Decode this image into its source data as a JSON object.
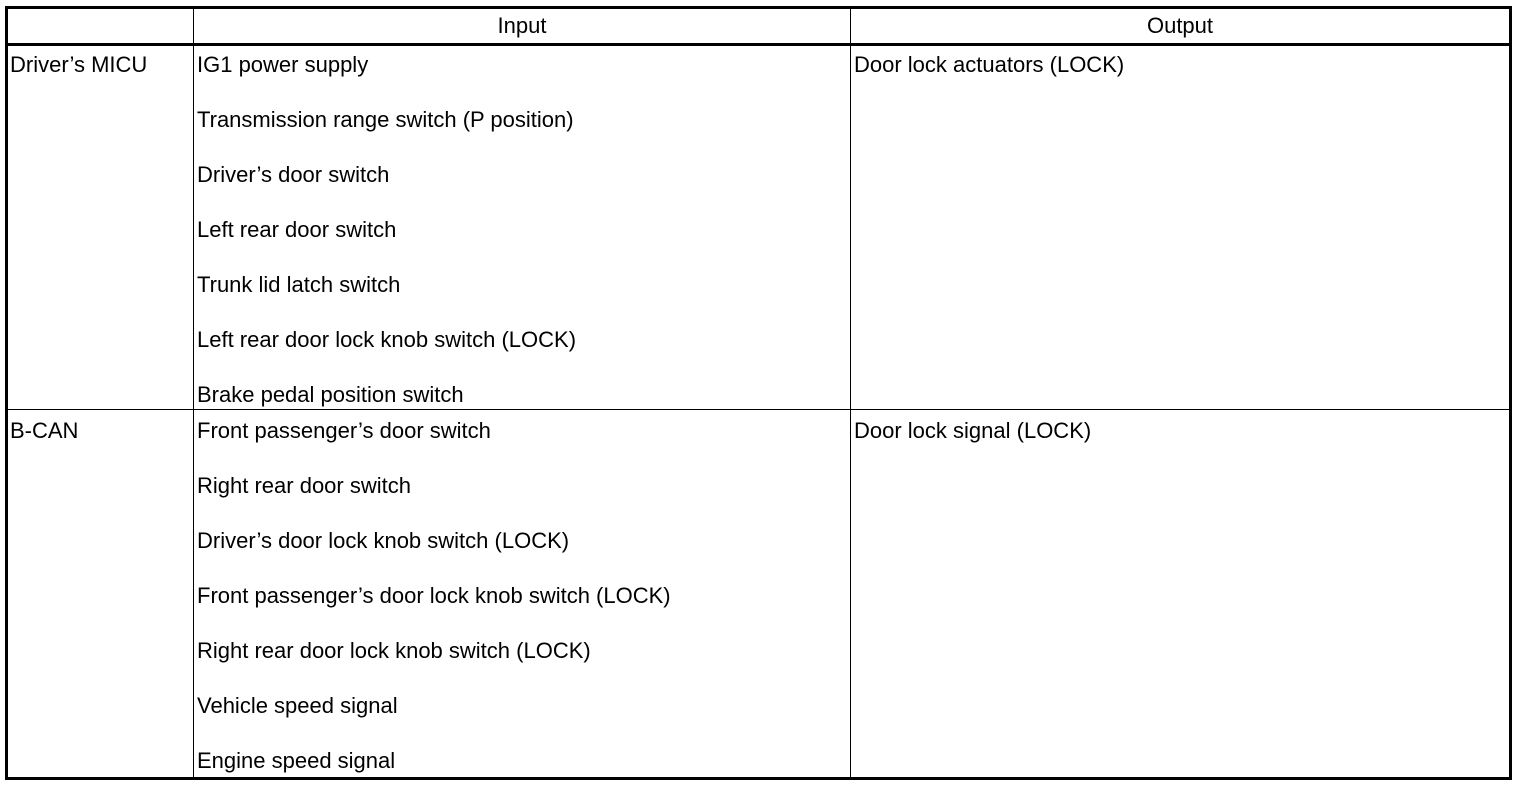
{
  "table": {
    "headers": {
      "corner": "",
      "input": "Input",
      "output": "Output"
    },
    "rows": [
      {
        "source": "Driver’s MICU",
        "inputs": [
          "IG1 power supply",
          "Transmission range switch (P position)",
          "Driver’s door switch",
          "Left rear door switch",
          "Trunk lid latch switch",
          "Left rear door lock knob switch (LOCK)",
          "Brake pedal position switch"
        ],
        "output": "Door lock actuators (LOCK)"
      },
      {
        "source": "B-CAN",
        "inputs": [
          "Front passenger’s door switch",
          "Right rear door switch",
          "Driver’s door lock knob switch (LOCK)",
          "Front passenger’s door lock knob switch (LOCK)",
          "Right rear door lock knob switch (LOCK)",
          "Vehicle speed signal",
          "Engine speed signal"
        ],
        "output": "Door lock signal (LOCK)"
      }
    ]
  }
}
